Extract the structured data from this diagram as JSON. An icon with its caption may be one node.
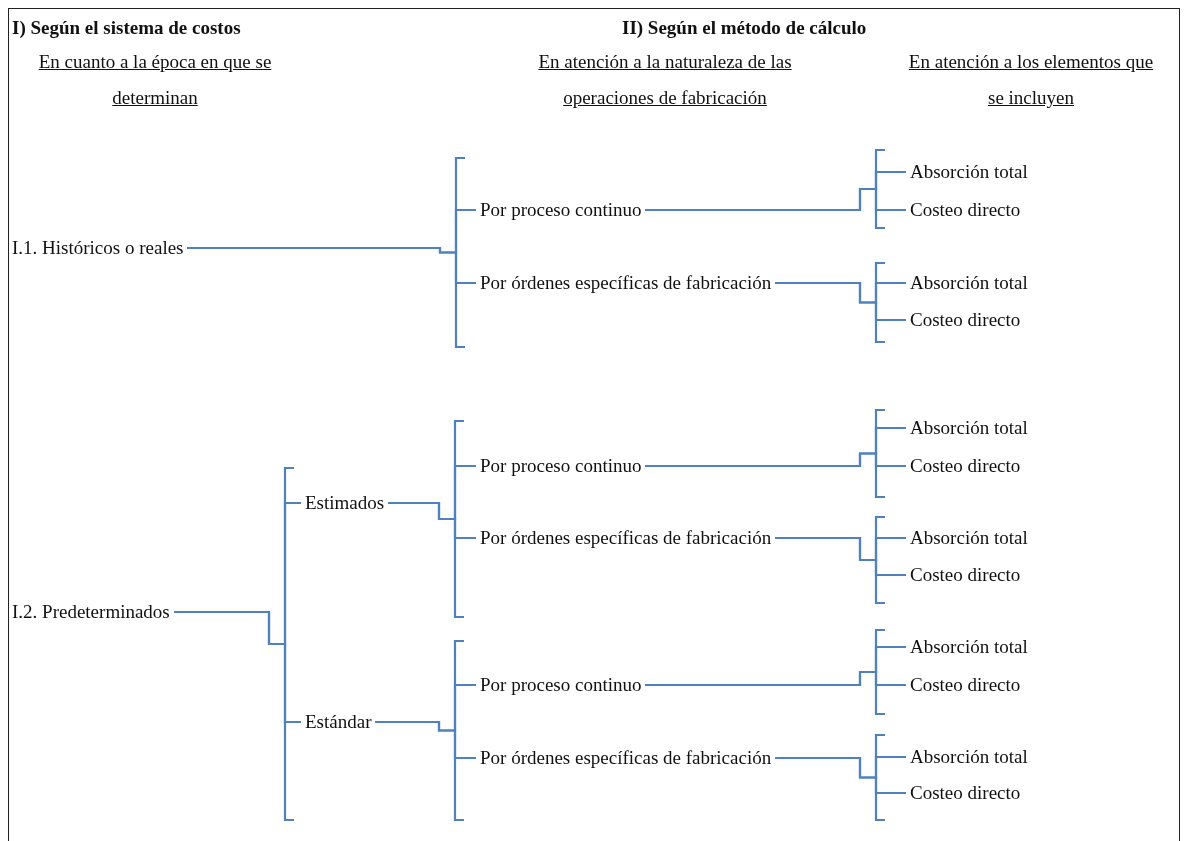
{
  "diagram": {
    "nodes": [
      {
        "text": [
          "I.1. Históricos o reales"
        ]
      },
      {
        "text": [
          "Por proceso continuo"
        ]
      },
      {
        "text": [
          "Por órdenes específicas de fabricación"
        ]
      },
      {
        "text": [
          "Absorción total"
        ]
      },
      {
        "text": [
          "Costeo directo"
        ]
      },
      {
        "text": [
          "Absorción total"
        ]
      },
      {
        "text": [
          "Costeo directo"
        ]
      },
      {
        "text": [
          "I.2. Predeterminados"
        ]
      },
      {
        "text": [
          "Estimados"
        ]
      },
      {
        "text": [
          "Por proceso continuo"
        ]
      },
      {
        "text": [
          "Por órdenes específicas de fabricación"
        ]
      },
      {
        "text": [
          "Absorción total"
        ]
      },
      {
        "text": [
          "Costeo directo"
        ]
      },
      {
        "text": [
          "Absorción total"
        ]
      },
      {
        "text": [
          "Costeo directo"
        ]
      },
      {
        "text": [
          "Estándar"
        ]
      },
      {
        "text": [
          "Por proceso continuo"
        ]
      },
      {
        "text": [
          "Por órdenes específicas de fabricación"
        ]
      },
      {
        "text": [
          "Absorción total"
        ]
      },
      {
        "text": [
          "Costeo directo"
        ]
      },
      {
        "text": [
          "Absorción total"
        ]
      },
      {
        "text": [
          "Costeo directo"
        ]
      }
    ],
    "edges": [
      {
        "from": 0,
        "to": 1,
        "arrow": "none"
      },
      {
        "from": 0,
        "to": 2,
        "arrow": "none"
      },
      {
        "from": 1,
        "to": 3,
        "arrow": "none"
      },
      {
        "from": 1,
        "to": 4,
        "arrow": "none"
      },
      {
        "from": 2,
        "to": 5,
        "arrow": "none"
      },
      {
        "from": 2,
        "to": 6,
        "arrow": "none"
      },
      {
        "from": 7,
        "to": 8,
        "arrow": "none"
      },
      {
        "from": 7,
        "to": 15,
        "arrow": "none"
      },
      {
        "from": 8,
        "to": 9,
        "arrow": "none"
      },
      {
        "from": 8,
        "to": 10,
        "arrow": "none"
      },
      {
        "from": 9,
        "to": 11,
        "arrow": "none"
      },
      {
        "from": 9,
        "to": 12,
        "arrow": "none"
      },
      {
        "from": 10,
        "to": 13,
        "arrow": "none"
      },
      {
        "from": 10,
        "to": 14,
        "arrow": "none"
      },
      {
        "from": 15,
        "to": 16,
        "arrow": "none"
      },
      {
        "from": 15,
        "to": 17,
        "arrow": "none"
      },
      {
        "from": 16,
        "to": 18,
        "arrow": "none"
      },
      {
        "from": 16,
        "to": 19,
        "arrow": "none"
      },
      {
        "from": 17,
        "to": 20,
        "arrow": "none"
      },
      {
        "from": 17,
        "to": 21,
        "arrow": "none"
      }
    ],
    "labels": [
      "I) Según el sistema de costos",
      "II) Según el método de cálculo",
      "En cuanto a la época en que se determinan",
      "En atención a la naturaleza de las operaciones de fabricación",
      "En atención a los elementos que se incluyen"
    ]
  }
}
